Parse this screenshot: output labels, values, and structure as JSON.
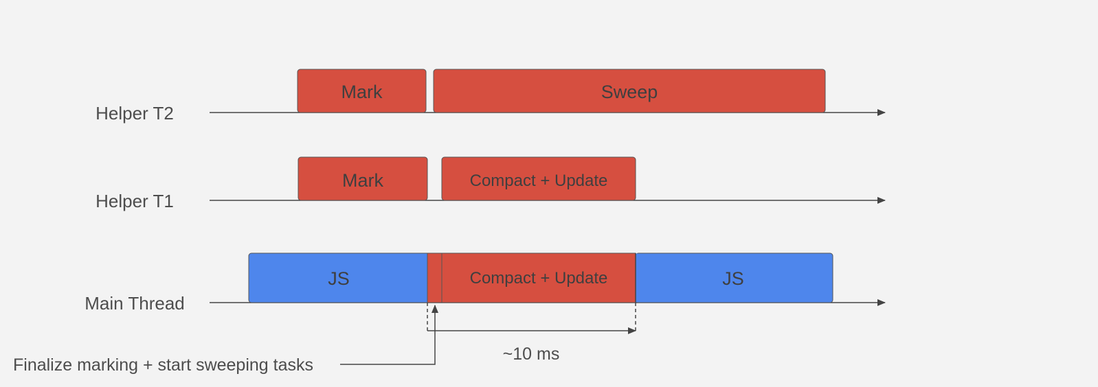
{
  "lanes": {
    "helper_t2": "Helper T2",
    "helper_t1": "Helper T1",
    "main_thread": "Main Thread"
  },
  "blocks": {
    "t2_mark": "Mark",
    "t2_sweep": "Sweep",
    "t1_mark": "Mark",
    "t1_compact": "Compact + Update",
    "main_js_1": "JS",
    "main_compact": "Compact + Update",
    "main_js_2": "JS"
  },
  "annotations": {
    "finalize": "Finalize marking + start sweeping tasks",
    "duration": "~10 ms"
  },
  "colors": {
    "gc_task": "#d64f40",
    "js_task": "#4e86ec",
    "background": "#f3f3f3",
    "line": "#444444"
  }
}
